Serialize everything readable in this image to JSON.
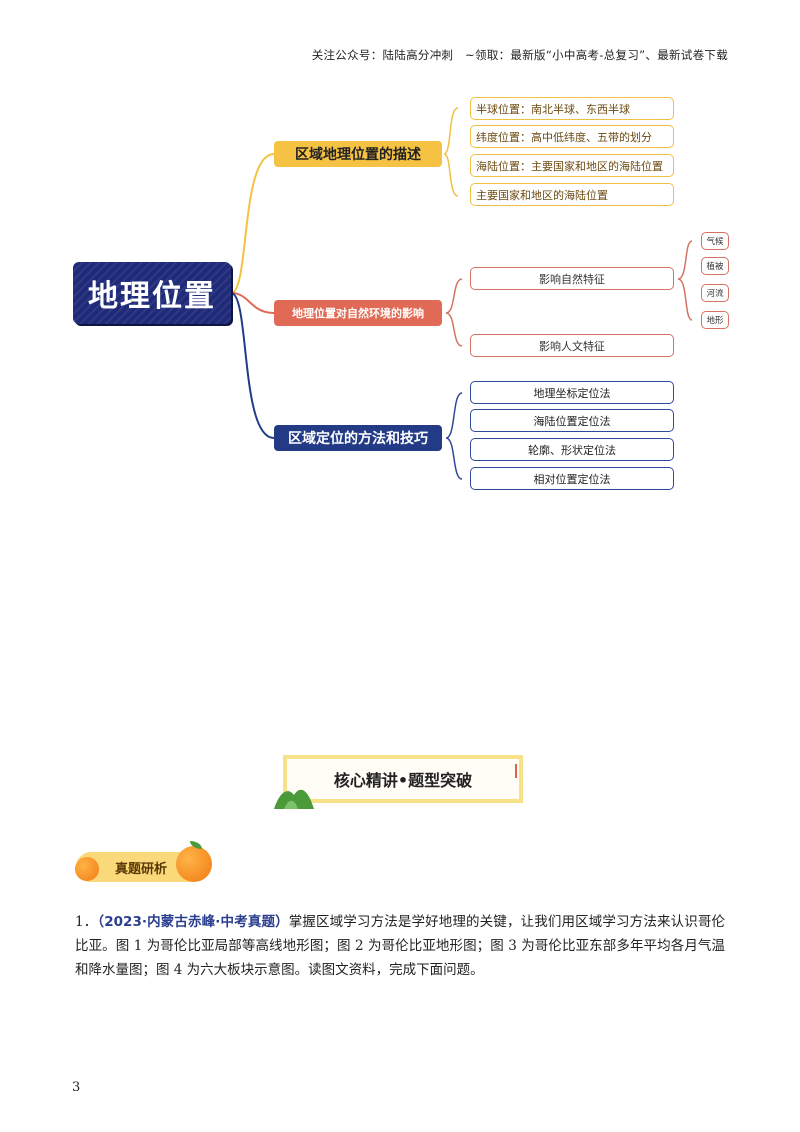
{
  "header": {
    "text": "关注公众号：陆陆高分冲刺　~领取：最新版“小中高考-总复习”、最新试卷下载"
  },
  "mindmap": {
    "root": "地理位置",
    "branch1": {
      "label": "区域地理位置的描述",
      "leaves": [
        "半球位置：南北半球、东西半球",
        "纬度位置：高中低纬度、五带的划分",
        "海陆位置：主要国家和地区的海陆位置",
        "主要国家和地区的海陆位置"
      ]
    },
    "branch2": {
      "label": "地理位置对自然环境的影响",
      "leaves": [
        "影响自然特征",
        "影响人文特征"
      ],
      "sub_leaves": [
        "气候",
        "植被",
        "河流",
        "地形"
      ]
    },
    "branch3": {
      "label": "区域定位的方法和技巧",
      "leaves": [
        "地理坐标定位法",
        "海陆位置定位法",
        "轮廓、形状定位法",
        "相对位置定位法"
      ]
    }
  },
  "section": {
    "title": "核心精讲•题型突破"
  },
  "tag": {
    "label": "真题研析"
  },
  "question": {
    "number": "1．",
    "source": "（2023·内蒙古赤峰·中考真题）",
    "text": "掌握区域学习方法是学好地理的关键，让我们用区域学习方法来认识哥伦比亚。图 1 为哥伦比亚局部等高线地形图；图 2 为哥伦比亚地形图；图 3 为哥伦比亚东部多年平均各月气温和降水量图；图 4 为六大板块示意图。读图文资料，完成下面问题。"
  },
  "page": {
    "number": "3"
  },
  "colors": {
    "yellow": "#f6c244",
    "red": "#e06a55",
    "navy": "#233b86"
  }
}
